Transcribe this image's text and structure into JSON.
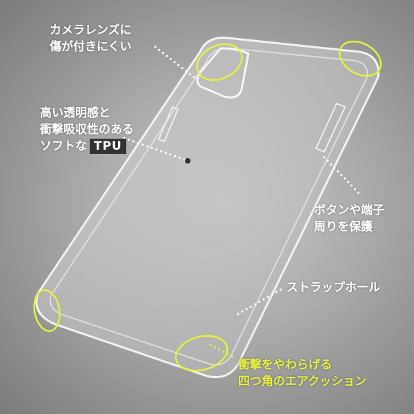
{
  "callouts": {
    "camera": {
      "lines": [
        "カメラレンズに",
        "傷が付きにくい"
      ]
    },
    "transparency": {
      "lines": [
        "高い透明感と",
        "衝撃吸収性のある",
        "ソフトな"
      ],
      "badge": "TPU"
    },
    "buttons": {
      "lines": [
        "ボタンや端子",
        "周りを保護"
      ]
    },
    "strap": {
      "lines": [
        "ストラップホール"
      ]
    },
    "corners": {
      "lines": [
        "衝撃をやわらげる",
        "四つ角のエアクッション"
      ]
    }
  },
  "colors": {
    "highlight": "#e8f03a",
    "badge_bg": "#333333",
    "text": "#ffffff"
  }
}
